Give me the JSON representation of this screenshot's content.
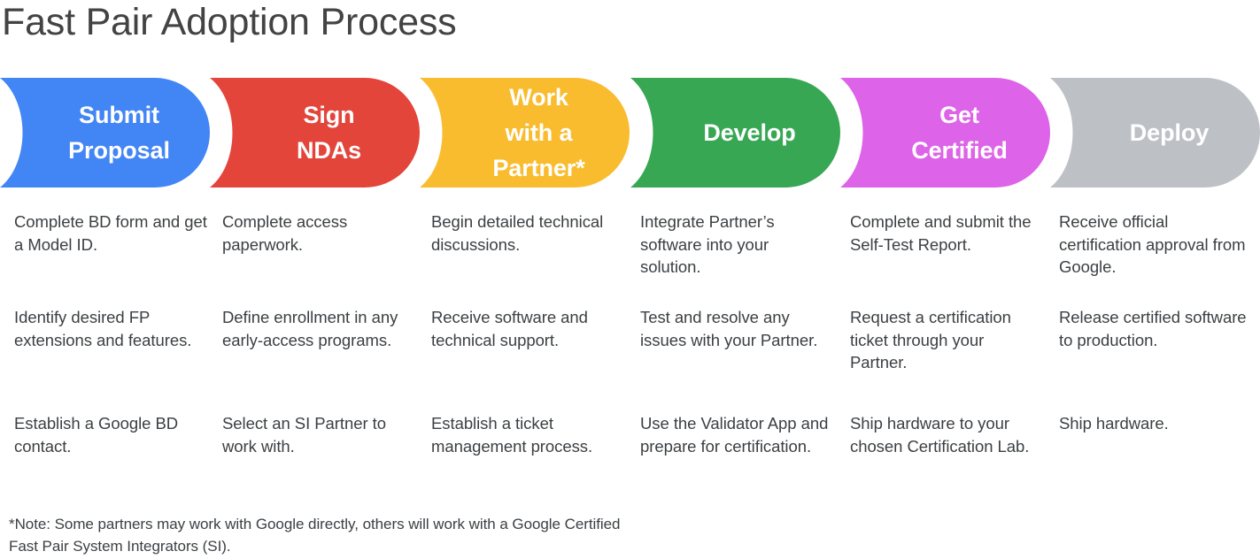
{
  "title": "Fast Pair Adoption Process",
  "colors": {
    "blue": "#4285F4",
    "red": "#E3453B",
    "yellow": "#F9BC2F",
    "green": "#37A754",
    "magenta": "#DD63E8",
    "gray": "#BDC1C6",
    "title_text": "#434343",
    "body_text": "#3c4043",
    "banner_text": "#ffffff",
    "background": "#ffffff"
  },
  "stages": [
    {
      "key": "submit-proposal",
      "label_lines": [
        "Submit",
        "Proposal"
      ],
      "color": "#4285F4",
      "items": [
        "Complete BD form and get a Model ID.",
        "Identify desired FP extensions and features.",
        "Establish a Google BD contact."
      ]
    },
    {
      "key": "sign-ndas",
      "label_lines": [
        "Sign",
        "NDAs"
      ],
      "color": "#E3453B",
      "items": [
        "Complete access paperwork.",
        "Define enrollment in any early-access programs.",
        "Select an SI Partner to work with."
      ]
    },
    {
      "key": "work-with-a-partner",
      "label_lines": [
        "Work",
        "with a",
        "Partner*"
      ],
      "color": "#F9BC2F",
      "items": [
        "Begin detailed technical discussions.",
        "Receive software and technical support.",
        "Establish a ticket management process."
      ]
    },
    {
      "key": "develop",
      "label_lines": [
        "Develop"
      ],
      "color": "#37A754",
      "items": [
        "Integrate Partner’s software into your solution.",
        "Test and resolve any issues with your Partner.",
        "Use the Validator App and prepare for certification."
      ]
    },
    {
      "key": "get-certified",
      "label_lines": [
        "Get",
        "Certified"
      ],
      "color": "#DD63E8",
      "items": [
        "Complete and submit the Self-Test Report.",
        "Request a certification ticket through your Partner.",
        "Ship hardware to your chosen Certification Lab."
      ]
    },
    {
      "key": "deploy",
      "label_lines": [
        "Deploy"
      ],
      "color": "#BDC1C6",
      "items": [
        "Receive official certification approval from Google.",
        "Release certified software to production.",
        "Ship hardware."
      ]
    }
  ],
  "footnote": "*Note: Some partners may work with Google directly, others will work with a Google Certified Fast Pair System Integrators (SI)."
}
